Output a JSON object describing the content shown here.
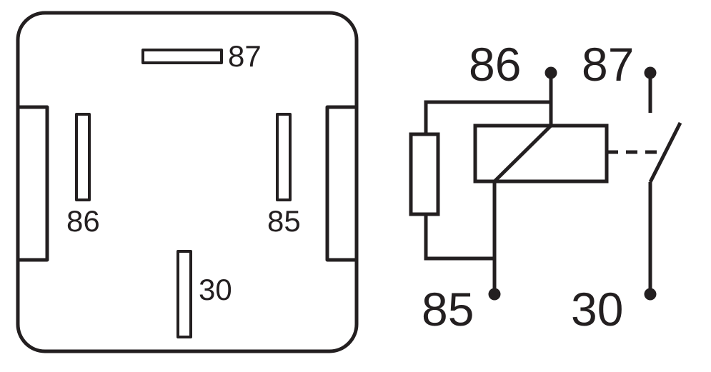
{
  "relay_footprint": {
    "pins": {
      "pin_87": "87",
      "pin_86": "86",
      "pin_85": "85",
      "pin_30": "30"
    }
  },
  "relay_schematic": {
    "terminals": {
      "terminal_86": "86",
      "terminal_87": "87",
      "terminal_85": "85",
      "terminal_30": "30"
    }
  },
  "colors": {
    "stroke": "#231f20",
    "background": "#ffffff"
  }
}
